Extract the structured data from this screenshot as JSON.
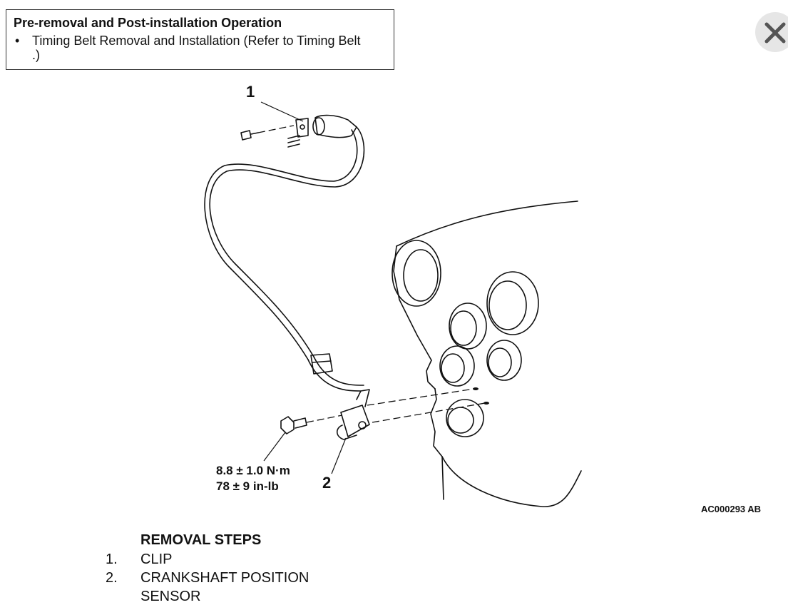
{
  "note": {
    "title": "Pre-removal and Post-installation Operation",
    "bullet": "•",
    "item": "Timing Belt Removal and Installation (Refer to Timing Belt .)"
  },
  "close_icon": "close-icon",
  "diagram": {
    "callout_1": "1",
    "callout_2": "2",
    "torque_metric": "8.8 ± 1.0 N·m",
    "torque_imperial": "78 ± 9 in-lb",
    "figure_code": "AC000293 AB"
  },
  "removal": {
    "title": "REMOVAL STEPS",
    "steps": [
      {
        "num": "1.",
        "label": "CLIP"
      },
      {
        "num": "2.",
        "label": "CRANKSHAFT POSITION SENSOR"
      }
    ]
  }
}
